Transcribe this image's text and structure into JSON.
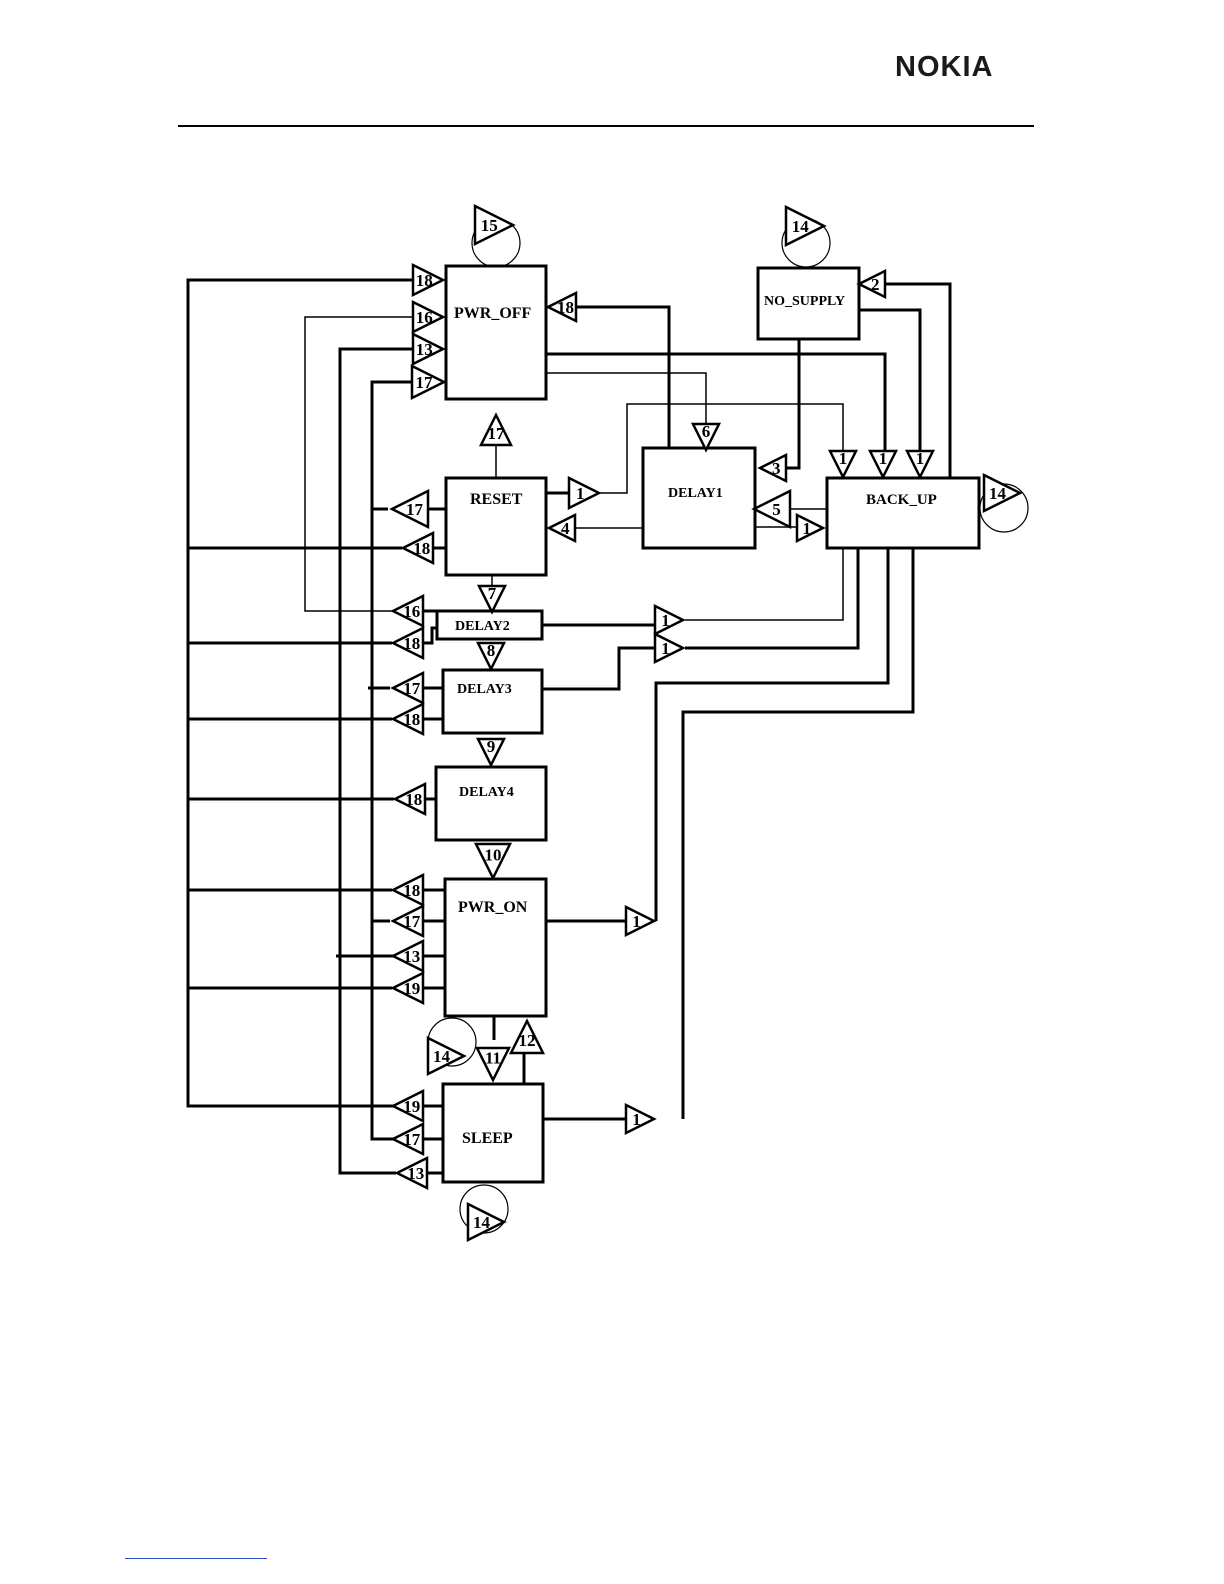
{
  "header": {
    "logo_text": "NOKIA"
  },
  "states": {
    "pwr_off": "PWR_OFF",
    "no_supply": "NO_SUPPLY",
    "reset": "RESET",
    "delay1": "DELAY1",
    "back_up": "BACK_UP",
    "delay2": "DELAY2",
    "delay3": "DELAY3",
    "delay4": "DELAY4",
    "pwr_on": "PWR_ON",
    "sleep": "SLEEP"
  },
  "transitions": {
    "pwr_off_self": "15",
    "pwr_off_in_a": "18",
    "pwr_off_in_b": "16",
    "pwr_off_in_c": "13",
    "pwr_off_in_d": "17",
    "pwr_off_in_right": "18",
    "no_supply_self": "14",
    "no_supply_in": "2",
    "reset_to_pwr_off": "17",
    "reset_to_delay1": "1",
    "reset_in_17": "17",
    "reset_in_18": "18",
    "reset_in_4": "4",
    "delay1_in_6": "6",
    "delay1_in_3": "3",
    "delay1_in_5": "5",
    "delay1_to_back_up": "1",
    "back_up_in_1a": "1",
    "back_up_in_1b": "1",
    "back_up_in_1c": "1",
    "back_up_self": "14",
    "reset_to_delay2": "7",
    "delay2_in_16": "16",
    "delay2_in_18": "18",
    "delay2_to_back_up": "1",
    "delay2_to_delay3": "8",
    "delay3_to_back_up": "1",
    "delay3_in_17": "17",
    "delay3_in_18": "18",
    "delay3_to_delay4": "9",
    "delay4_in_18": "18",
    "delay4_to_pwr_on": "10",
    "pwr_on_in_18": "18",
    "pwr_on_in_17": "17",
    "pwr_on_in_13": "13",
    "pwr_on_in_19": "19",
    "pwr_on_to_back_up": "1",
    "pwr_on_self": "14",
    "pwr_on_to_sleep": "11",
    "sleep_to_pwr_on": "12",
    "sleep_in_19": "19",
    "sleep_in_17": "17",
    "sleep_in_13": "13",
    "sleep_to_back_up": "1",
    "sleep_self": "14"
  }
}
